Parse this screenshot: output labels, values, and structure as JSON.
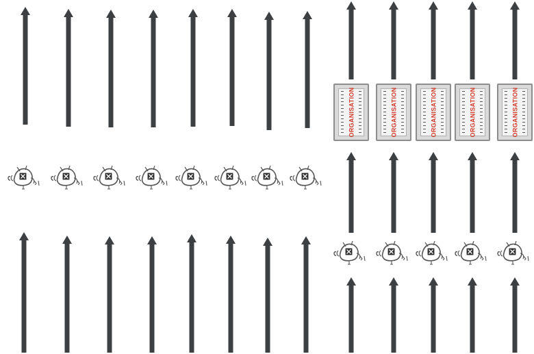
{
  "colors": {
    "arrow": "#3d4043",
    "creature_stroke": "#555555",
    "card_frame": "#8d8d8d",
    "card_face": "#f4f4f4",
    "card_label": "#d23b2a"
  },
  "icons": {
    "arrow": "up-arrow-icon",
    "creature": "creature-icon",
    "card": "organisation-card-icon"
  },
  "card_label": "ORGANISATION",
  "left_group": {
    "columns": 8,
    "rows": [
      "arrow",
      "creature",
      "arrow"
    ]
  },
  "right_group": {
    "columns": 5,
    "rows": [
      "arrow",
      "card",
      "arrow",
      "creature",
      "arrow"
    ]
  }
}
